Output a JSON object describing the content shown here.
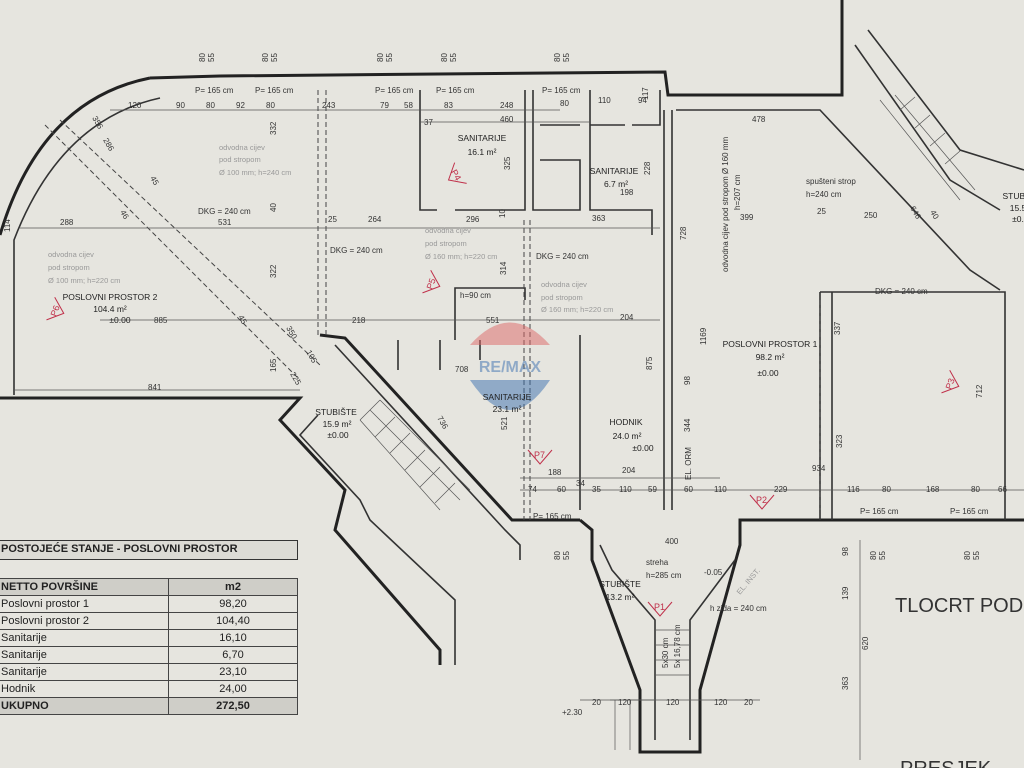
{
  "drawing_title": "TLOCRT PODRU",
  "section_title": "PRESJEK",
  "watermark": "RE/MAX",
  "rooms": {
    "pp2": {
      "name": "POSLOVNI PROSTOR 2",
      "area": "104.4 m²",
      "level": "±0.00"
    },
    "san1": {
      "name": "SANITARIJE",
      "area": "16.1 m²"
    },
    "san2": {
      "name": "SANITARIJE",
      "area": "6.7 m²"
    },
    "san3": {
      "name": "SANITARIJE",
      "area": "23.1 m²"
    },
    "pp1": {
      "name": "POSLOVNI PROSTOR 1",
      "area": "98.2 m²",
      "level": "±0.00"
    },
    "stub1": {
      "name": "STUBIŠTE",
      "area": "15.9 m²",
      "level": "±0.00"
    },
    "hodnik": {
      "name": "HODNIK",
      "area": "24.0 m²",
      "level": "±0.00"
    },
    "stub2": {
      "name": "STUBIŠTE",
      "area": "13.2 m²"
    },
    "stub3": {
      "name": "STUBI",
      "area": "15.5",
      "level": "±0."
    }
  },
  "notes": {
    "dkg": "DKG = 240 cm",
    "pipe1": [
      "odvodna cijev",
      "pod stropom",
      "Ø 100 mm; h=240 cm"
    ],
    "pipe2": [
      "odvodna cijev",
      "pod stropom",
      "Ø 100 mm; h=220 cm"
    ],
    "pipe3": [
      "odvodna cijev",
      "pod stropom",
      "Ø 160 mm; h=220 cm"
    ],
    "pipe4": [
      "odvodna cijev",
      "pod stropom",
      "Ø 160 mm; h=220 cm"
    ],
    "pipe5": [
      "odvodna cijev pod stropom Ø 160 mm",
      "h=207 cm"
    ],
    "ceiling": [
      "spušteni strop",
      "h=240 cm"
    ],
    "h90": "h=90 cm",
    "window": "P= 165 cm",
    "roof": [
      "streha",
      "h=285 cm"
    ],
    "wall_h": "h zida = 240 cm",
    "el_orm": "EL. ORM",
    "el_inst": "EL. INST.",
    "level_minus": "-0.05",
    "level_plus": "+2.30",
    "stairs": "5x30 cm",
    "stairs2": "5x 16,78 cm",
    "sill": [
      "80",
      "55"
    ]
  },
  "markers": [
    "P1",
    "P2",
    "P3",
    "P4",
    "P5",
    "P6",
    "P7"
  ],
  "dimensions": [
    "120",
    "90",
    "80",
    "92",
    "80",
    "243",
    "79",
    "58",
    "83",
    "248",
    "80",
    "110",
    "94",
    "37",
    "460",
    "332",
    "356",
    "286",
    "288",
    "114",
    "531",
    "40",
    "25",
    "264",
    "296",
    "10",
    "363",
    "198",
    "228",
    "728",
    "322",
    "314",
    "218",
    "551",
    "204",
    "885",
    "350",
    "841",
    "165",
    "708",
    "736",
    "521",
    "875",
    "1169",
    "98",
    "344",
    "399",
    "25",
    "250",
    "478",
    "337",
    "323",
    "712",
    "934",
    "188",
    "204",
    "74",
    "60",
    "34",
    "35",
    "110",
    "59",
    "60",
    "110",
    "229",
    "116",
    "80",
    "168",
    "80",
    "66",
    "400",
    "620",
    "139",
    "363",
    "98",
    "20",
    "120",
    "120",
    "120",
    "20",
    "105",
    "225",
    "325",
    "46",
    "45",
    "45",
    "646",
    "40",
    "117"
  ],
  "table": {
    "title": "POSTOJEĆE STANJE - POSLOVNI PROSTOR",
    "header": [
      "NETTO POVRŠINE",
      "m2"
    ],
    "rows": [
      [
        "Poslovni prostor 1",
        "98,20"
      ],
      [
        "Poslovni prostor 2",
        "104,40"
      ],
      [
        "Sanitarije",
        "16,10"
      ],
      [
        "Sanitarije",
        "6,70"
      ],
      [
        "Sanitarije",
        "23,10"
      ],
      [
        "Hodnik",
        "24,00"
      ]
    ],
    "total": [
      "UKUPNO",
      "272,50"
    ]
  },
  "colors": {
    "paper": "#e6e5df",
    "wall": "#222222",
    "marker": "#c0304a",
    "watermark": "#3a6fb0"
  }
}
